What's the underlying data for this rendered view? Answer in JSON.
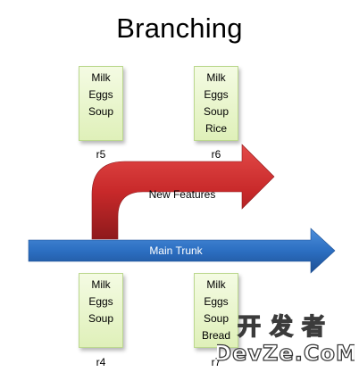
{
  "diagram": {
    "title": "Branching",
    "arrows": {
      "trunk_label": "Main Trunk",
      "branch_label": "New Features",
      "trunk_color": "#2c6fc2",
      "branch_color": "#c8292a"
    },
    "revisions": [
      {
        "id": "r5",
        "items": [
          "Milk",
          "Eggs",
          "Soup"
        ]
      },
      {
        "id": "r6",
        "items": [
          "Milk",
          "Eggs",
          "Soup",
          "Rice"
        ]
      },
      {
        "id": "r4",
        "items": [
          "Milk",
          "Eggs",
          "Soup"
        ]
      },
      {
        "id": "r7",
        "items": [
          "Milk",
          "Eggs",
          "Soup",
          "Bread"
        ]
      }
    ],
    "card_color": "#e6f4c8"
  },
  "watermark": {
    "line1": "开发者",
    "line2": "DevZe.CoM"
  }
}
